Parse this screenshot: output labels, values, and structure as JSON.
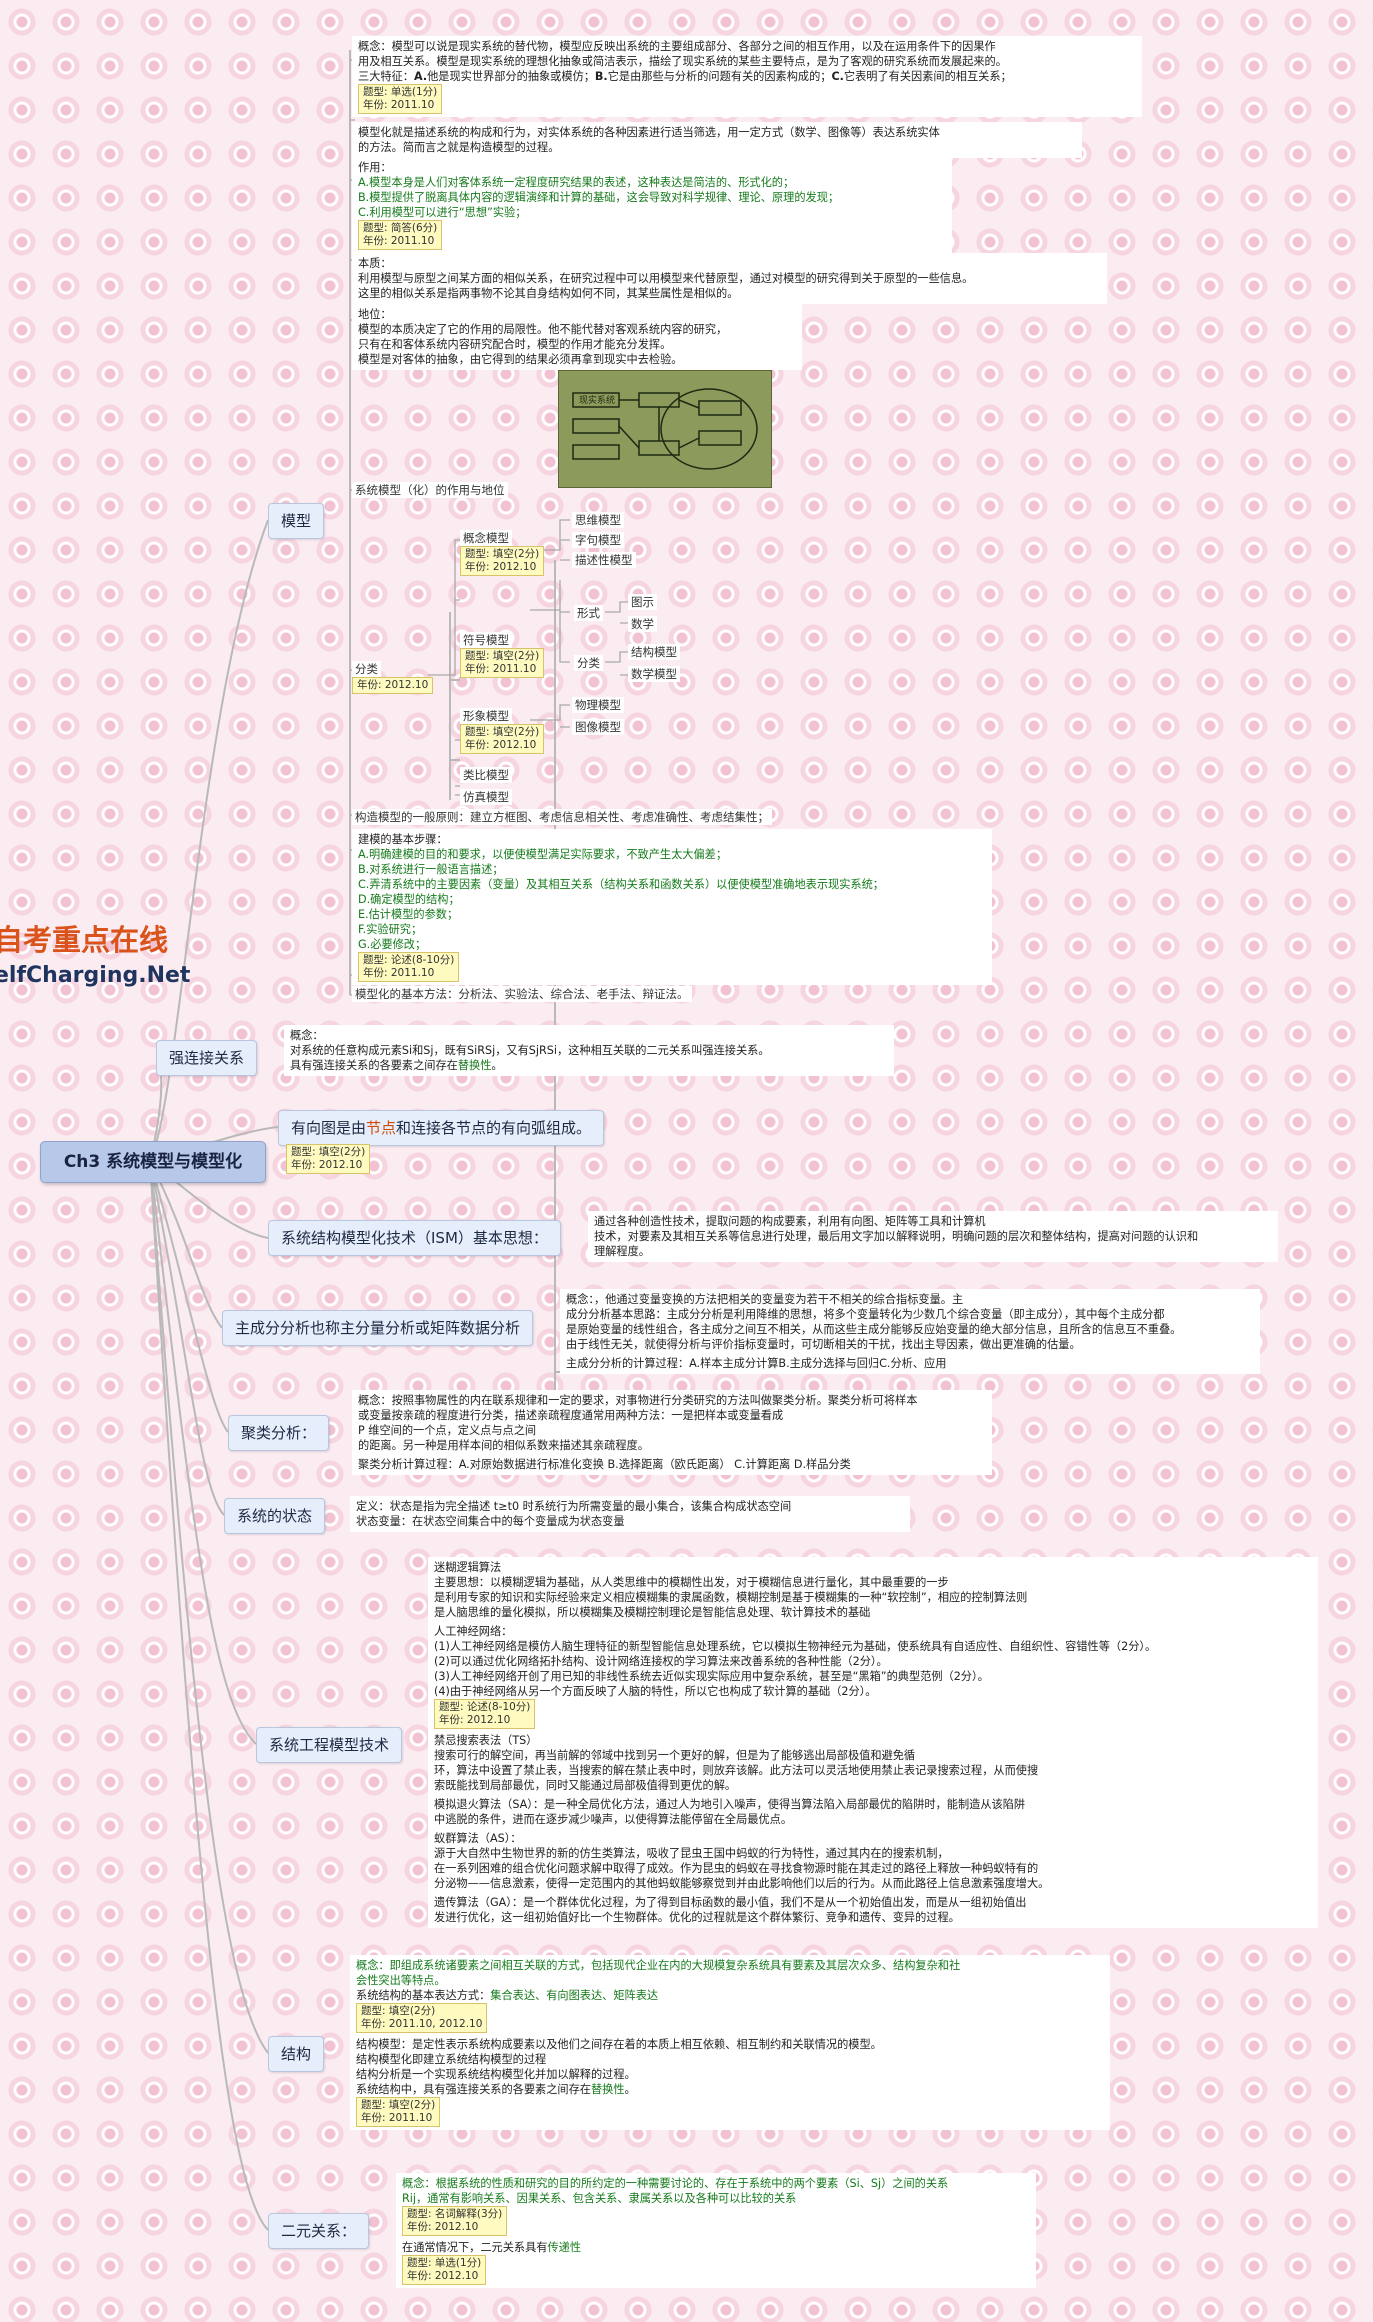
{
  "logo": {
    "cn": "自考重点在线",
    "en": "elfCharging.Net"
  },
  "root": "Ch3  系统模型与模型化",
  "branches": {
    "model": "模型",
    "strong": "强连接关系",
    "digraph_pre": "有向图是由",
    "digraph_node": "节点",
    "digraph_mid": "和连接各节点的有向弧组成。",
    "ism": "系统结构模型化技术（ISM）基本思想：",
    "pca": "主成分分析也称主分量分析或矩阵数据分析",
    "cluster": "聚类分析：",
    "state": "系统的状态",
    "engineering": "系统工程模型技术",
    "structure": "结构",
    "binary": "二元关系："
  },
  "model": {
    "concept1": "概念：模型可以说是现实系统的替代物，模型应反映出系统的主要组成部分、各部分之间的相互作用，以及在运用条件下的因果作",
    "concept2": "用及相互关系。模型是现实系统的理想化抽象或简洁表示，描绘了现实系统的某些主要特点，是为了客观的研究系统而发展起来的。",
    "three_pre": "三大特征：",
    "three_a": "A.",
    "three_a_t": "他是现实世界部分的抽象或模仿；",
    "three_b": "B.",
    "three_b_t": "它是由那些与分析的问题有关的因素构成的；",
    "three_c": "C.",
    "three_c_t": "它表明了有关因素间的相互关系；",
    "note1": [
      "题型: 单选(1分)",
      "年份: 2011.10"
    ],
    "def1": "模型化就是描述系统的构成和行为，对实体系统的各种因素进行适当筛选，用一定方式（数学、图像等）表达系统实体",
    "def2": "的方法。简而言之就是构造模型的过程。",
    "use_title": "作用：",
    "use": [
      "A.模型本身是人们对客体系统一定程度研究结果的表述，这种表达是简洁的、形式化的；",
      "B.模型提供了脱离具体内容的逻辑演绎和计算的基础，这会导致对科学规律、理论、原理的发现；",
      "C.利用模型可以进行“思想”实验；"
    ],
    "note2": [
      "题型: 简答(6分)",
      "年份: 2011.10"
    ],
    "essence": [
      "本质：",
      "利用模型与原型之间某方面的相似关系，在研究过程中可以用模型来代替原型，通过对模型的研究得到关于原型的一些信息。",
      "这里的相似关系是指两事物不论其自身结构如何不同，其某些属性是相似的。"
    ],
    "position": [
      "地位：",
      "模型的本质决定了它的作用的局限性。他不能代替对客观系统内容的研究，",
      "只有在和客体系统内容研究配合时，模型的作用才能充分发挥。",
      "模型是对客体的抽象，由它得到的结果必须再拿到现实中去检验。"
    ],
    "image_label": "系统模型（化）的作用与地位",
    "image_text": "现实系统",
    "class_label": "分类",
    "class_note": "年份: 2012.10",
    "concept_model": "概念模型",
    "concept_note": [
      "题型: 填空(2分)",
      "年份: 2012.10"
    ],
    "cm_children": [
      "思维模型",
      "字句模型",
      "描述性模型"
    ],
    "symbol_model": "符号模型",
    "symbol_note": [
      "题型: 填空(2分)",
      "年份: 2011.10"
    ],
    "form": "形式",
    "form_children": [
      "图示",
      "数学"
    ],
    "kind": "分类",
    "kind_children": [
      "结构模型",
      "数学模型"
    ],
    "image_model": "形象模型",
    "image_note": [
      "题型: 填空(2分)",
      "年份: 2012.10"
    ],
    "im_children": [
      "物理模型",
      "图像模型"
    ],
    "analog": "类比模型",
    "sim": "仿真模型",
    "principle": "构造模型的一般原则：建立方框图、考虑信息相关性、考虑准确性、考虑结集性；",
    "steps_title": "建模的基本步骤：",
    "steps": [
      "A.明确建模的目的和要求，以便使模型满足实际要求，不致产生太大偏差；",
      "B.对系统进行一般语言描述；",
      "C.弄清系统中的主要因素（变量）及其相互关系（结构关系和函数关系）以便使模型准确地表示现实系统；",
      "D.确定模型的结构；",
      "E.估计模型的参数；",
      "F.实验研究；",
      "G.必要修改；"
    ],
    "steps_note": [
      "题型: 论述(8-10分)",
      "年份: 2011.10"
    ],
    "methods": "模型化的基本方法：分析法、实验法、综合法、老手法、辩证法。"
  },
  "strong": {
    "lines": [
      "概念：",
      "对系统的任意构成元素Si和Sj，既有SiRSj，又有SjRSi，这种相互关联的二元关系叫强连接关系。"
    ],
    "l3_pre": "具有强连接关系的各要素之间存在",
    "l3_g": "替换性",
    "l3_post": "。"
  },
  "digraph_note": [
    "题型: 填空(2分)",
    "年份: 2012.10"
  ],
  "ism_text": [
    "通过各种创造性技术，提取问题的构成要素，利用有向图、矩阵等工具和计算机",
    "技术，对要素及其相互关系等信息进行处理，最后用文字加以解释说明，明确问题的层次和整体结构，提高对问题的认识和",
    "理解程度。"
  ],
  "pca_text": [
    "概念：，他通过变量变换的方法把相关的变量变为若干不相关的综合指标变量。主",
    "成分分析基本思路：主成分分析是利用降维的思想，将多个变量转化为少数几个综合变量（即主成分），其中每个主成分都",
    "是原始变量的线性组合，各主成分之间互不相关，从而这些主成分能够反应始变量的绝大部分信息，且所含的信息互不重叠。",
    "由于线性无关，就使得分析与评价指标变量时，可切断相关的干扰，找出主导因素，做出更准确的估量。"
  ],
  "pca_steps": "主成分分析的计算过程：A.样本主成分计算B.主成分选择与回归C.分析、应用",
  "cluster_text": [
    "概念：按照事物属性的内在联系规律和一定的要求，对事物进行分类研究的方法叫做聚类分析。聚类分析可将样本",
    "或变量按亲疏的程度进行分类，描述亲疏程度通常用两种方法：一是把样本或变量看成",
    "P 维空间的一个点，定义点与点之间",
    "的距离。另一种是用样本间的相似系数来描述其亲疏程度。"
  ],
  "cluster_steps": "聚类分析计算过程：A.对原始数据进行标准化变换 B.选择距离（欧氏距离） C.计算距离 D.样品分类",
  "state_text": [
    "定义：状态是指为完全描述 t≥t0 时系统行为所需变量的最小集合，该集合构成状态空间",
    "状态变量：在状态空间集合中的每个变量成为状态变量"
  ],
  "eng": {
    "fuzzy": [
      "迷糊逻辑算法",
      "主要思想：以模糊逻辑为基础，从人类思维中的模糊性出发，对于模糊信息进行量化，其中最重要的一步",
      "是利用专家的知识和实际经验来定义相应模糊集的隶属函数，模糊控制是基于模糊集的一种“软控制”，相应的控制算法则",
      "是人脑思维的量化模拟，所以模糊集及模糊控制理论是智能信息处理、软计算技术的基础"
    ],
    "ann": [
      "人工神经网络：",
      "(1)人工神经网络是模仿人脑生理特征的新型智能信息处理系统，它以模拟生物神经元为基础，使系统具有自适应性、自组织性、容错性等（2分）。",
      "(2)可以通过优化网络拓扑结构、设计网络连接权的学习算法来改善系统的各种性能（2分）。",
      "(3)人工神经网络开创了用已知的非线性系统去近似实现实际应用中复杂系统，甚至是“黑箱”的典型范例（2分）。",
      "(4)由于神经网络从另一个方面反映了人脑的特性，所以它也构成了软计算的基础（2分）。"
    ],
    "ann_note": [
      "题型: 论述(8-10分)",
      "年份: 2012.10"
    ],
    "ts": [
      "禁忌搜索表法（TS）",
      "搜索可行的解空间，再当前解的邻域中找到另一个更好的解，但是为了能够逃出局部极值和避免循",
      "环，算法中设置了禁止表，当搜索的解在禁止表中时，则放弃该解。此方法可以灵活地使用禁止表记录搜索过程，从而使搜",
      "索既能找到局部最优，同时又能通过局部极值得到更优的解。"
    ],
    "sa": [
      "模拟退火算法（SA）：是一种全局优化方法，通过人为地引入噪声，使得当算法陷入局部最优的陷阱时，能制造从该陷阱",
      "中逃脱的条件，进而在逐步减少噪声，以使得算法能停留在全局最优点。"
    ],
    "as": [
      "蚁群算法（AS）：",
      "源于大自然中生物世界的新的仿生类算法，吸收了昆虫王国中蚂蚁的行为特性，通过其内在的搜索机制，",
      "在一系列困难的组合优化问题求解中取得了成效。作为昆虫的蚂蚁在寻找食物源时能在其走过的路径上释放一种蚂蚁特有的",
      "分泌物——信息激素，使得一定范围内的其他蚂蚁能够察觉到并由此影响他们以后的行为。从而此路径上信息激素强度增大。"
    ],
    "ga": [
      "遗传算法（GA）：是一个群体优化过程，为了得到目标函数的最小值，我们不是从一个初始值出发，而是从一组初始值出",
      "发进行优化，这一组初始值好比一个生物群体。优化的过程就是这个群体繁衍、竞争和遗传、变异的过程。"
    ]
  },
  "structure": {
    "c1": "概念：即组成系统诸要素之间相互关联的方式，包括现代企业在内的大规模复杂系统具有要素及其层次众多、结构复杂和社",
    "c2": "会性突出等特点。",
    "basic_pre": "系统结构的基本表达方式：",
    "basic_g": "集合表达、有向图表达、矩阵表达",
    "note1": [
      "题型: 填空(2分)",
      "年份: 2011.10, 2012.10"
    ],
    "model_line": "结构模型：是定性表示系统构成要素以及他们之间存在着的本质上相互依赖、相互制约和关联情况的模型。",
    "m2": "结构模型化即建立系统结构模型的过程",
    "m3": "结构分析是一个实现系统结构模型化并加以解释的过程。",
    "m4_pre": "系统结构中，具有强连接关系的各要素之间存在",
    "m4_g": "替换性",
    "m4_post": "。",
    "note2": [
      "题型: 填空(2分)",
      "年份: 2011.10"
    ]
  },
  "binary": {
    "c1": "概念：根据系统的性质和研究的目的所约定的一种需要讨论的、存在于系统中的两个要素（Si、Sj）之间的关系",
    "c2": "Rij，通常有影响关系、因果关系、包含关系、隶属关系以及各种可以比较的关系",
    "note1": [
      "题型: 名词解释(3分)",
      "年份: 2012.10"
    ],
    "c3_pre": "在通常情况下，二元关系具有",
    "c3_g": "传递性",
    "note2": [
      "题型: 单选(1分)",
      "年份: 2012.10"
    ]
  }
}
